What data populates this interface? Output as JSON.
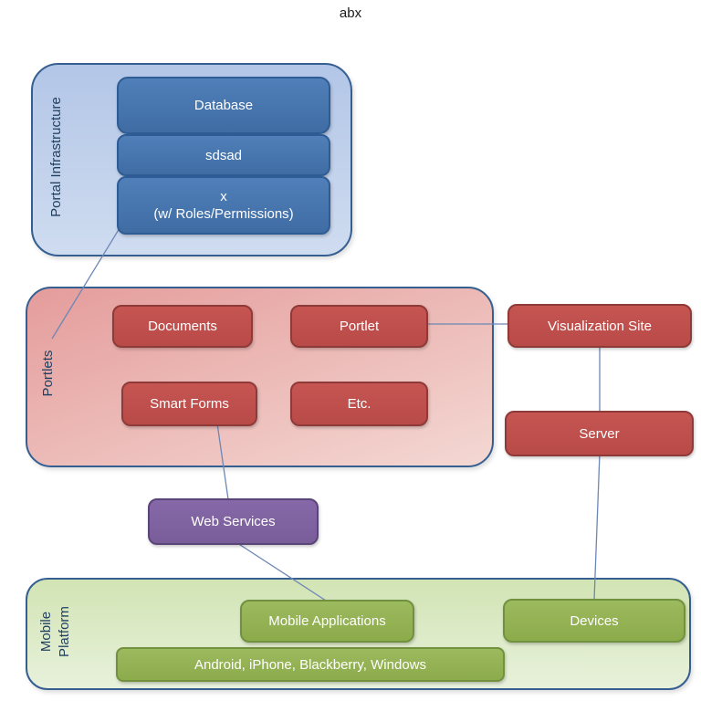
{
  "title": "abx",
  "colors": {
    "title_text": "#1a1a1a",
    "label_text": "#1f3f5f",
    "box_text": "#ffffff",
    "panel_border": "#365f91",
    "panel_blue_top": "#b3c6e7",
    "panel_blue_bottom": "#cfdcf0",
    "accent_blue_border": "#2e5c94",
    "panel_red_top": "#e49c9b",
    "panel_red_bottom": "#f4d8d3",
    "accent_red_border": "#8e3a38",
    "panel_green_top": "#d2e4b4",
    "panel_green_bottom": "#e8f1db",
    "accent_green_border": "#71913e",
    "accent_purple_border": "#5a4578",
    "connector": "#6d87b5"
  },
  "portal_infrastructure": {
    "label": "Portal Infrastructure",
    "database": "Database",
    "middle": "sdsad",
    "bottom_line1": "x",
    "bottom_line2": "(w/ Roles/Permissions)"
  },
  "portlets": {
    "label": "Portlets",
    "documents": "Documents",
    "portlet": "Portlet",
    "smart_forms": "Smart Forms",
    "etc": "Etc."
  },
  "external": {
    "visualization_site": "Visualization Site",
    "server": "Server"
  },
  "web_services": {
    "label": "Web Services"
  },
  "mobile_platform": {
    "label_line1": "Mobile",
    "label_line2": "Platform",
    "mobile_applications": "Mobile Applications",
    "devices": "Devices",
    "os_list": "Android, iPhone, Blackberry, Windows"
  }
}
